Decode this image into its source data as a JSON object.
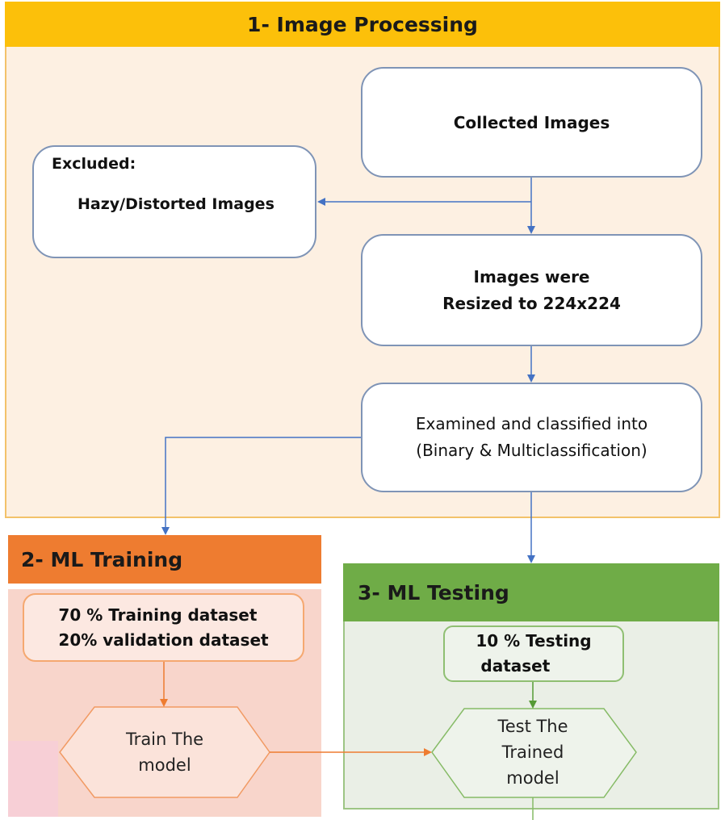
{
  "sections": {
    "image_processing": {
      "title": "1- Image Processing"
    },
    "ml_training": {
      "title": "2- ML Training"
    },
    "ml_testing": {
      "title": "3- ML Testing"
    }
  },
  "nodes": {
    "collected": {
      "text": "Collected Images"
    },
    "excluded": {
      "heading": "Excluded:",
      "text": "Hazy/Distorted Images"
    },
    "resized": {
      "line1": "Images were",
      "line2": "Resized to 224x224"
    },
    "examined": {
      "line1": "Examined and classified into",
      "line2": "(Binary & Multiclassification)"
    },
    "training_split": {
      "line1": "70 % Training dataset",
      "line2": "20% validation dataset"
    },
    "testing_split": {
      "line1": "10 % Testing",
      "line2": "dataset"
    },
    "train_model": {
      "line1": "Train The",
      "line2": "model"
    },
    "test_model": {
      "line1": "Test The",
      "line2": "Trained",
      "line3": "model"
    }
  },
  "colors": {
    "processing_header": "#fcc00a",
    "processing_bg": "#fdf0e2",
    "training_header": "#ee7c30",
    "training_bg": "#f8d5cb",
    "testing_header": "#6fac47",
    "testing_bg": "#eaefe6",
    "flow_arrow": "#4472c4",
    "training_arrow": "#ee7c30",
    "testing_arrow": "#559a35"
  }
}
